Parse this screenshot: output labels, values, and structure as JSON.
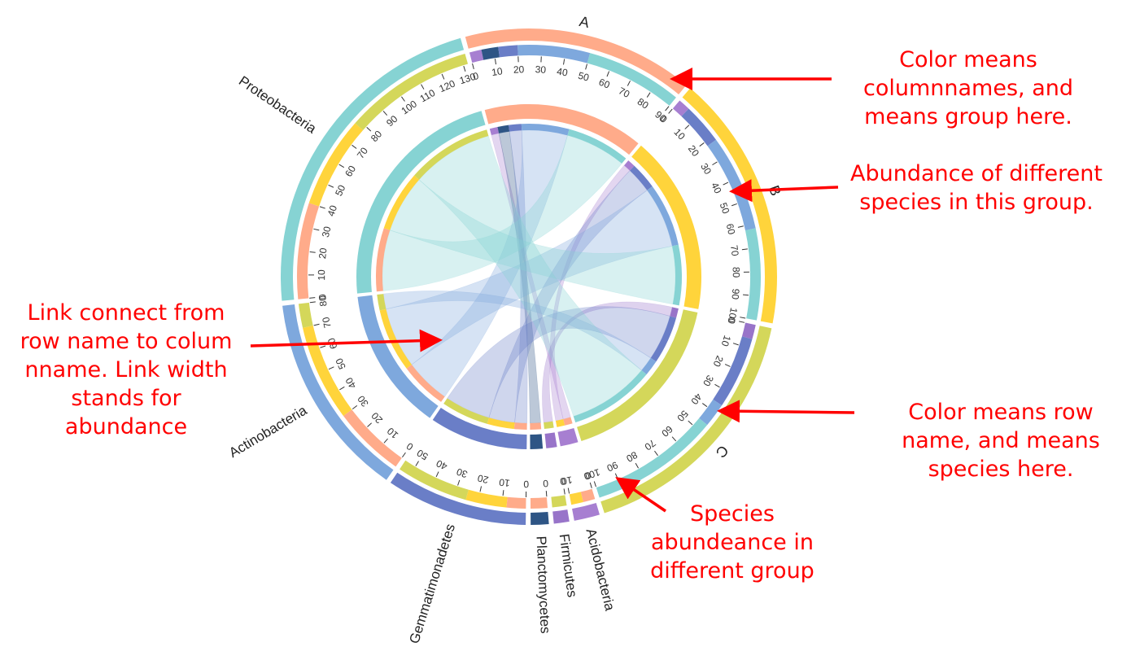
{
  "groups": [
    {
      "key": "A",
      "label": "A",
      "color": "#ffab8a",
      "max": 90
    },
    {
      "key": "B",
      "label": "B",
      "color": "#ffd43b",
      "max": 100
    },
    {
      "key": "C",
      "label": "C",
      "color": "#d4d75a",
      "max": 100
    }
  ],
  "species": [
    {
      "key": "Acidobacteria",
      "label": "Acidobacteria",
      "color": "#a77fd1"
    },
    {
      "key": "Firmicutes",
      "label": "Firmicutes",
      "color": "#9874c9"
    },
    {
      "key": "Planctomycetes",
      "label": "Planctomycetes",
      "color": "#2e5585"
    },
    {
      "key": "Gemmatimonadetes",
      "label": "Gemmatimonadetes",
      "color": "#6a7ec7"
    },
    {
      "key": "Actinobacteria",
      "label": "Actinobacteria",
      "color": "#7ea8dd"
    },
    {
      "key": "Proteobacteria",
      "label": "Proteobacteria",
      "color": "#86d3d3"
    }
  ],
  "matrix": {
    "A": {
      "Acidobacteria": 5,
      "Firmicutes": 0,
      "Planctomycetes": 7,
      "Gemmatimonadetes": 8,
      "Actinobacteria": 30,
      "Proteobacteria": 40
    },
    "B": {
      "Acidobacteria": 5,
      "Firmicutes": 0,
      "Planctomycetes": 0,
      "Gemmatimonadetes": 17,
      "Actinobacteria": 40,
      "Proteobacteria": 38
    },
    "C": {
      "Acidobacteria": 0,
      "Firmicutes": 6,
      "Planctomycetes": 0,
      "Gemmatimonadetes": 30,
      "Actinobacteria": 10,
      "Proteobacteria": 54
    }
  },
  "annotations": {
    "color_columns": [
      "Color means",
      "columnnames, and",
      "means group here."
    ],
    "abundance": [
      "Abundance of different",
      "species in this group."
    ],
    "link": [
      "Link connect from",
      "row name to colum",
      "nname. Link width",
      "stands for",
      "abundance"
    ],
    "color_rows": [
      "Color means row",
      "name, and means",
      "species here."
    ],
    "species_group": [
      "Species",
      "abundeance in",
      "different group"
    ]
  },
  "colors": {
    "annotation": "#ff0000",
    "tick": "#333333",
    "label": "#222222"
  }
}
